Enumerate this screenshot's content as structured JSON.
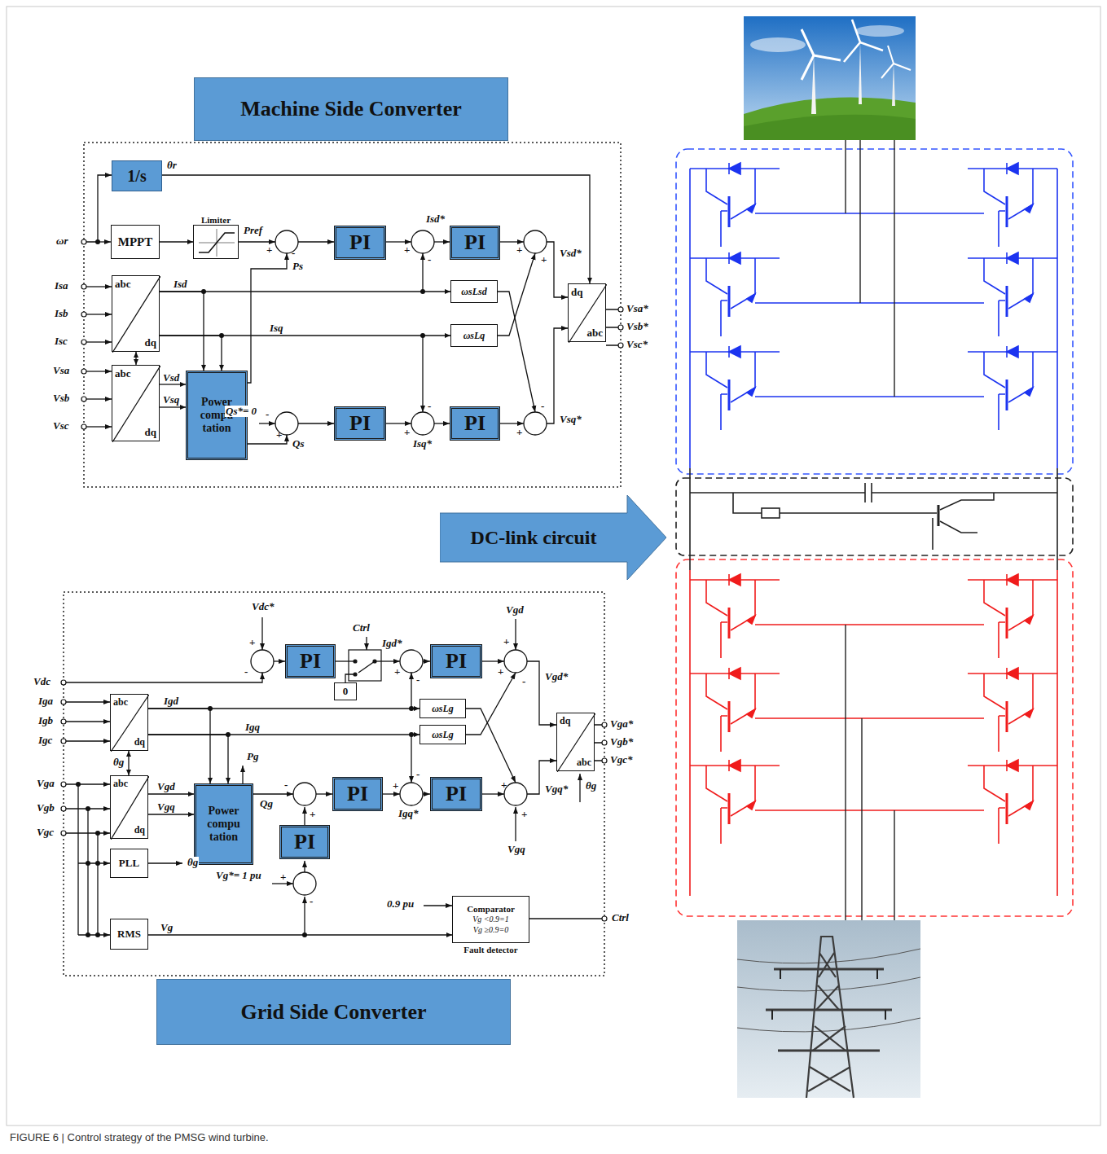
{
  "diagram": {
    "caption": "FIGURE 6 | Control strategy of the PMSG wind turbine.",
    "nodes": [
      {
        "text": [
          "Machine Side Converter"
        ]
      },
      {
        "text": [
          "1/s"
        ]
      },
      {
        "text": [
          "MPPT"
        ]
      },
      {
        "text": [
          "Limiter"
        ]
      },
      {
        "text": [
          "PI"
        ]
      },
      {
        "text": [
          "PI"
        ]
      },
      {
        "text": [
          "abc",
          "dq"
        ]
      },
      {
        "text": [
          "ωsLsd"
        ]
      },
      {
        "text": [
          "ωsLq"
        ]
      },
      {
        "text": [
          "dq",
          "abc"
        ]
      },
      {
        "text": [
          "abc",
          "dq"
        ]
      },
      {
        "text": [
          "Power compu tation"
        ]
      },
      {
        "text": [
          "PI"
        ]
      },
      {
        "text": [
          "PI"
        ]
      },
      {
        "text": [
          "DC-link circuit"
        ]
      },
      {
        "text": [
          "PI"
        ]
      },
      {
        "text": [
          "0"
        ]
      },
      {
        "text": [
          "PI"
        ]
      },
      {
        "text": [
          "abc",
          "dq"
        ]
      },
      {
        "text": [
          "ωsLg"
        ]
      },
      {
        "text": [
          "ωsLg"
        ]
      },
      {
        "text": [
          "dq",
          "abc"
        ]
      },
      {
        "text": [
          "abc",
          "dq"
        ]
      },
      {
        "text": [
          "Power compu tation"
        ]
      },
      {
        "text": [
          "PI"
        ]
      },
      {
        "text": [
          "PI"
        ]
      },
      {
        "text": [
          "PI"
        ]
      },
      {
        "text": [
          "PLL"
        ]
      },
      {
        "text": [
          "RMS"
        ]
      },
      {
        "text": [
          "Comparator",
          "Vg <0.9=1",
          "Vg ≥0.9=0",
          "Fault detector"
        ]
      },
      {
        "text": [
          "Grid Side Converter"
        ]
      }
    ],
    "edges": [
      {
        "from": 1,
        "to": 9,
        "arrow": "to",
        "label": "θr"
      },
      {
        "from": 2,
        "to": 3,
        "arrow": "to"
      },
      {
        "from": 6,
        "to": 7,
        "arrow": "to",
        "label": "Isd"
      },
      {
        "from": 6,
        "to": 8,
        "arrow": "to",
        "label": "Isq"
      },
      {
        "from": 6,
        "to": 11,
        "arrow": "to"
      },
      {
        "from": 6,
        "to": 11,
        "arrow": "to"
      },
      {
        "from": 10,
        "to": 11,
        "arrow": "to",
        "label": "Vsd"
      },
      {
        "from": 10,
        "to": 11,
        "arrow": "to",
        "label": "Vsq"
      },
      {
        "from": 6,
        "to": 10,
        "arrow": "both"
      },
      {
        "from": 18,
        "to": 19,
        "arrow": "to",
        "label": "Igd"
      },
      {
        "from": 18,
        "to": 20,
        "arrow": "to",
        "label": "Igq"
      },
      {
        "from": 18,
        "to": 23,
        "arrow": "to"
      },
      {
        "from": 18,
        "to": 23,
        "arrow": "to"
      },
      {
        "from": 22,
        "to": 23,
        "arrow": "to",
        "label": "Vgd"
      },
      {
        "from": 22,
        "to": 23,
        "arrow": "to",
        "label": "Vgq"
      },
      {
        "from": 18,
        "to": 22,
        "arrow": "both",
        "label": "θg"
      },
      {
        "from": 28,
        "to": 29,
        "arrow": "to",
        "label": "Vg"
      }
    ],
    "labels": [
      "ωr",
      "Isa",
      "Isb",
      "Isc",
      "Vsa",
      "Vsb",
      "Vsc",
      "Pref",
      "+",
      "-",
      "Ps",
      "Isd*",
      "+",
      "-",
      "+",
      "+",
      "Vsd*",
      "Qs*= 0",
      "-",
      "+",
      "Qs",
      "-",
      "+",
      "Isq*",
      "+",
      "-",
      "Vsq*",
      "Vsa*",
      "Vsb*",
      "Vsc*",
      "Vdc*",
      "Vdc",
      "+",
      "-",
      "Ctrl",
      "Igd*",
      "+",
      "-",
      "Vgd",
      "+",
      "+",
      "-",
      "Vgd*",
      "Iga",
      "Igb",
      "Igc",
      "Vga",
      "Vgb",
      "Vgc",
      "Pg",
      "Qg",
      "-",
      "+",
      "-",
      "+",
      "Igq*",
      "+",
      "+",
      "Vgq*",
      "Vgq",
      "θg",
      "Vga*",
      "Vgb*",
      "Vgc*",
      "θg",
      "Vg*= 1 pu",
      "+",
      "-",
      "0.9 pu",
      "Ctrl"
    ]
  }
}
